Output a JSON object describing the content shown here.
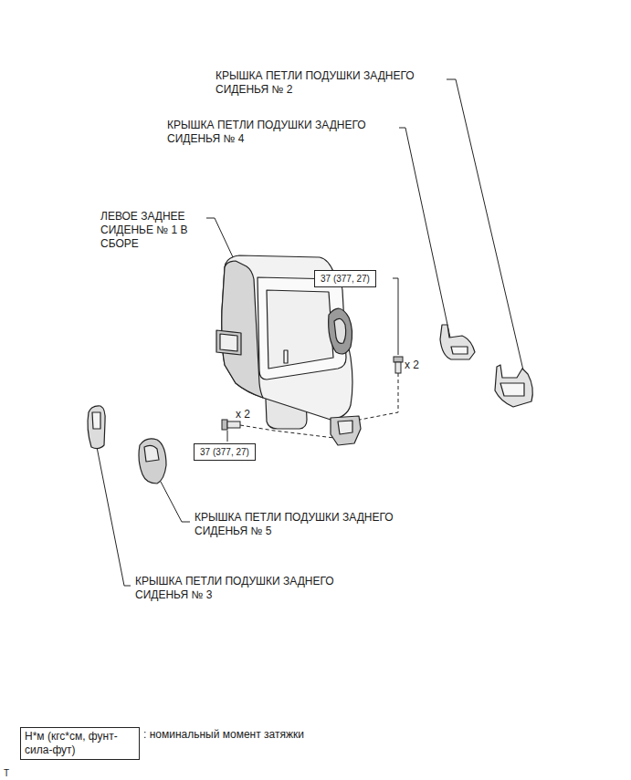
{
  "diagram": {
    "nodes": [
      {
        "text": [
          "37 (377, 27)"
        ]
      },
      {
        "text": [
          "37 (377, 27)"
        ]
      },
      {
        "text": [
          "Н*м (кгс*см, фунт-сила-фут)"
        ]
      }
    ],
    "labels": [
      "КРЫШКА ПЕТЛИ ПОДУШКИ ЗАДНЕГО СИДЕНЬЯ № 2",
      "КРЫШКА ПЕТЛИ ПОДУШКИ ЗАДНЕГО СИДЕНЬЯ № 4",
      "ЛЕВОЕ ЗАДНЕЕ СИДЕНЬЕ № 1 В СБОРЕ",
      "x 2",
      "x 2",
      "КРЫШКА ПЕТЛИ ПОДУШКИ ЗАДНЕГО СИДЕНЬЯ № 5",
      "КРЫШКА ПЕТЛИ ПОДУШКИ ЗАДНЕГО СИДЕНЬЯ № 3",
      ": номинальный момент затяжки",
      "T"
    ]
  }
}
